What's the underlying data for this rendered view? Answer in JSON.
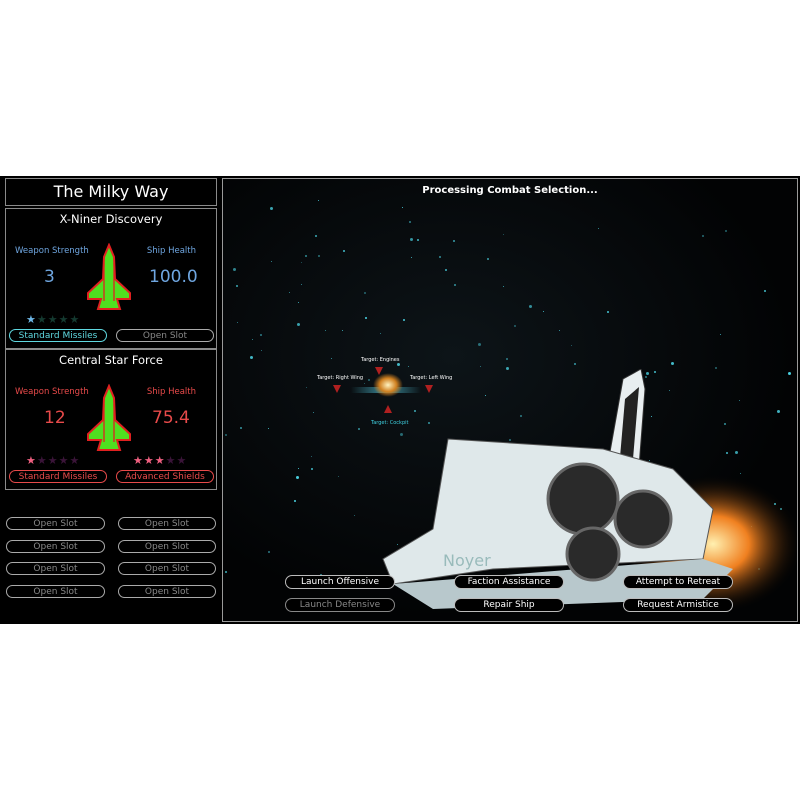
{
  "galaxy_title": "The Milky Way",
  "player_ship": {
    "name": "X-Niner Discovery",
    "weapon_strength_label": "Weapon Strength",
    "weapon_strength": "3",
    "ship_health_label": "Ship Health",
    "ship_health": "100.0",
    "weapon_stars": 1,
    "slot_stars": 0,
    "slots": [
      "Standard Missiles",
      "Open Slot"
    ],
    "color": "#6fa6e0"
  },
  "enemy_ship": {
    "name": "Central Star Force",
    "weapon_strength_label": "Weapon Strength",
    "weapon_strength": "12",
    "ship_health_label": "Ship Health",
    "ship_health": "75.4",
    "weapon_stars": 1,
    "slot_stars": 3,
    "slots": [
      "Standard Missiles",
      "Advanced Shields"
    ],
    "color": "#e84a4a"
  },
  "open_slots": [
    "Open Slot",
    "Open Slot",
    "Open Slot",
    "Open Slot",
    "Open Slot",
    "Open Slot",
    "Open Slot",
    "Open Slot"
  ],
  "status": "Processing Combat Selection...",
  "targets": {
    "engines": "Target: Engines",
    "right_wing": "Target: Right Wing",
    "left_wing": "Target: Left Wing",
    "cockpit": "Target: Cockpit"
  },
  "ship_decal": "Noyer",
  "actions": {
    "launch_offensive": "Launch Offensive",
    "faction_assistance": "Faction Assistance",
    "attempt_retreat": "Attempt to Retreat",
    "launch_defensive": "Launch Defensive",
    "repair_ship": "Repair Ship",
    "request_armistice": "Request Armistice"
  }
}
